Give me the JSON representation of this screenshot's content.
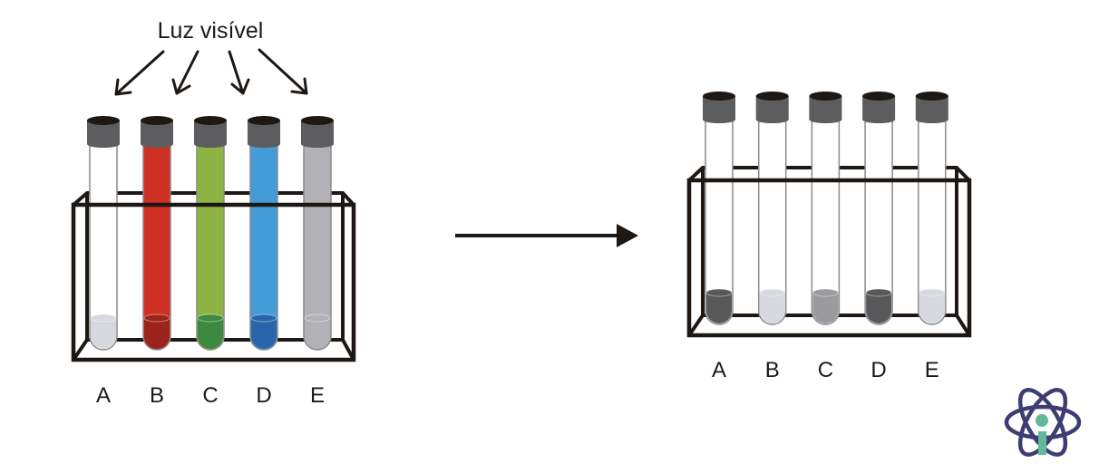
{
  "light_label": "Luz visível",
  "colors": {
    "cap_top": "#1e1814",
    "cap_side": "#5d5d5f",
    "rack": "#1e1814",
    "tube_outline": "#8a8a8a",
    "logo_orbit": "#3d3d73",
    "logo_i": "#62b89a"
  },
  "before": {
    "tubes": [
      {
        "label": "A",
        "fill": "#ffffff",
        "liquid": "#d8d9de"
      },
      {
        "label": "B",
        "fill": "#cf2e22",
        "liquid": "#9b231c"
      },
      {
        "label": "C",
        "fill": "#8db443",
        "liquid": "#3b8a40"
      },
      {
        "label": "D",
        "fill": "#439bd8",
        "liquid": "#2865ab"
      },
      {
        "label": "E",
        "fill": "#b2b1b5",
        "liquid": "#b2b1b5"
      }
    ]
  },
  "after": {
    "tubes": [
      {
        "label": "A",
        "fill": "#ffffff",
        "liquid": "#58585a"
      },
      {
        "label": "B",
        "fill": "#ffffff",
        "liquid": "#d8d9de"
      },
      {
        "label": "C",
        "fill": "#ffffff",
        "liquid": "#9b9b9e"
      },
      {
        "label": "D",
        "fill": "#ffffff",
        "liquid": "#58585a"
      },
      {
        "label": "E",
        "fill": "#ffffff",
        "liquid": "#d8d9de"
      }
    ]
  }
}
